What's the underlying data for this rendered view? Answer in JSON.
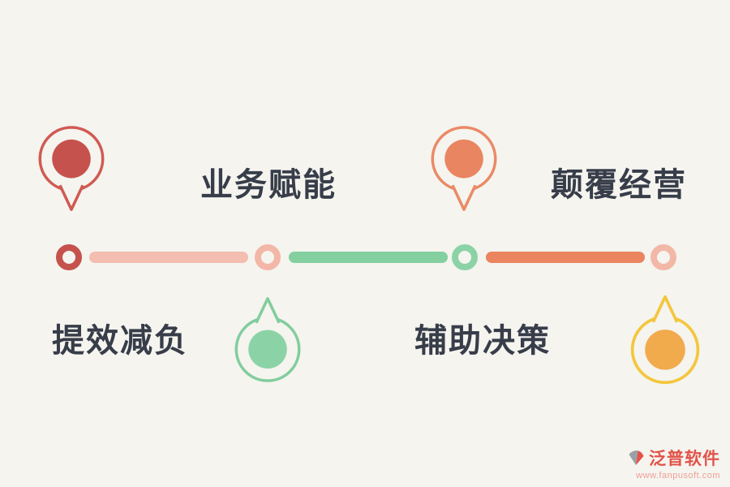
{
  "canvas": {
    "background": "#f5f4ef",
    "text_color": "#373d49"
  },
  "labels": {
    "top_left": "业务赋能",
    "top_right": "颠覆经营",
    "bottom_left": "提效减负",
    "bottom_right": "辅助决策"
  },
  "pins": {
    "red": {
      "stroke": "#d05a52",
      "fill": "#c5524c",
      "position": "top-left"
    },
    "salmon": {
      "stroke": "#ea8a66",
      "fill": "#e98560",
      "position": "top-center"
    },
    "green": {
      "stroke": "#82cd9d",
      "fill": "#8bd3a6",
      "position": "bottom-center"
    },
    "yellow": {
      "stroke": "#f4c63e",
      "fill": "#f1ab4d",
      "position": "bottom-right"
    }
  },
  "timeline": {
    "nodes": [
      {
        "ring_color": "#c5524c"
      },
      {
        "ring_color": "#f3b7a8"
      },
      {
        "ring_color": "#8bd3a6"
      },
      {
        "ring_color": "#f3b4a8"
      }
    ],
    "segments": [
      {
        "color": "#f3bdb0"
      },
      {
        "color": "#84cf9f"
      },
      {
        "color": "#ea8560"
      }
    ]
  },
  "footer": {
    "brand": "泛普软件",
    "url": "www.fanpusoft.com",
    "brand_color": "#e25349",
    "url_color": "#ef9e95"
  }
}
